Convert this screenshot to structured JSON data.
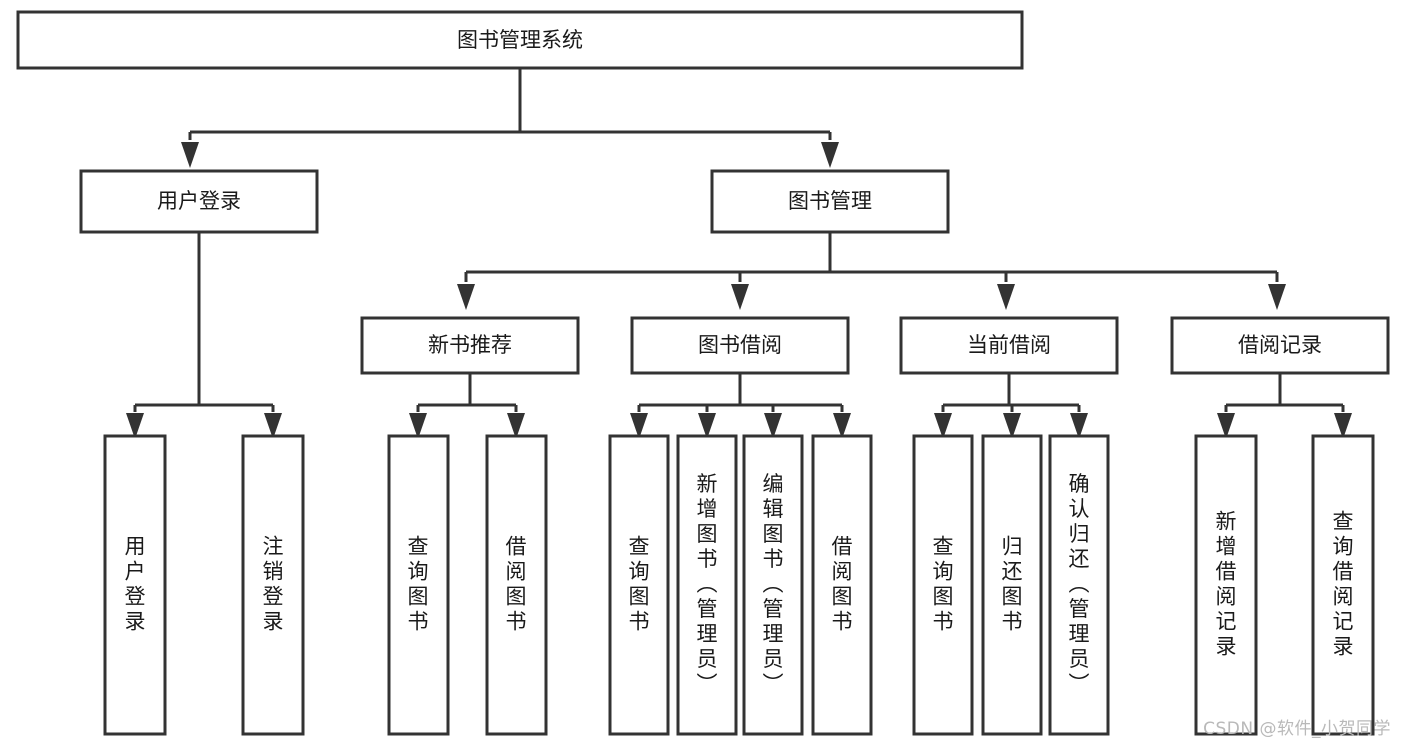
{
  "diagram": {
    "type": "tree",
    "title": "图书管理系统",
    "orientation": "top-down",
    "colors": {
      "box_fill": "#ffffff",
      "box_stroke": "#333333",
      "text": "#1a1a1a",
      "background": "#ffffff",
      "watermark": "#b9b9b9"
    },
    "root": {
      "label": "图书管理系统"
    },
    "level2": [
      {
        "label": "用户登录"
      },
      {
        "label": "图书管理"
      }
    ],
    "level3": [
      {
        "label": "新书推荐"
      },
      {
        "label": "图书借阅"
      },
      {
        "label": "当前借阅"
      },
      {
        "label": "借阅记录"
      }
    ],
    "leaves": {
      "user_login": [
        {
          "label": "用户登录"
        },
        {
          "label": "注销登录"
        }
      ],
      "new_book_recommend": [
        {
          "label": "查询图书"
        },
        {
          "label": "借阅图书"
        }
      ],
      "book_borrow": [
        {
          "label": "查询图书"
        },
        {
          "label": "新增图书（管理员）"
        },
        {
          "label": "编辑图书（管理员）"
        },
        {
          "label": "借阅图书"
        }
      ],
      "current_borrow": [
        {
          "label": "查询图书"
        },
        {
          "label": "归还图书"
        },
        {
          "label": "确认归还（管理员）"
        }
      ],
      "borrow_record": [
        {
          "label": "新增借阅记录"
        },
        {
          "label": "查询借阅记录"
        }
      ]
    }
  },
  "watermark": {
    "text": "CSDN @软件_小贺同学"
  }
}
